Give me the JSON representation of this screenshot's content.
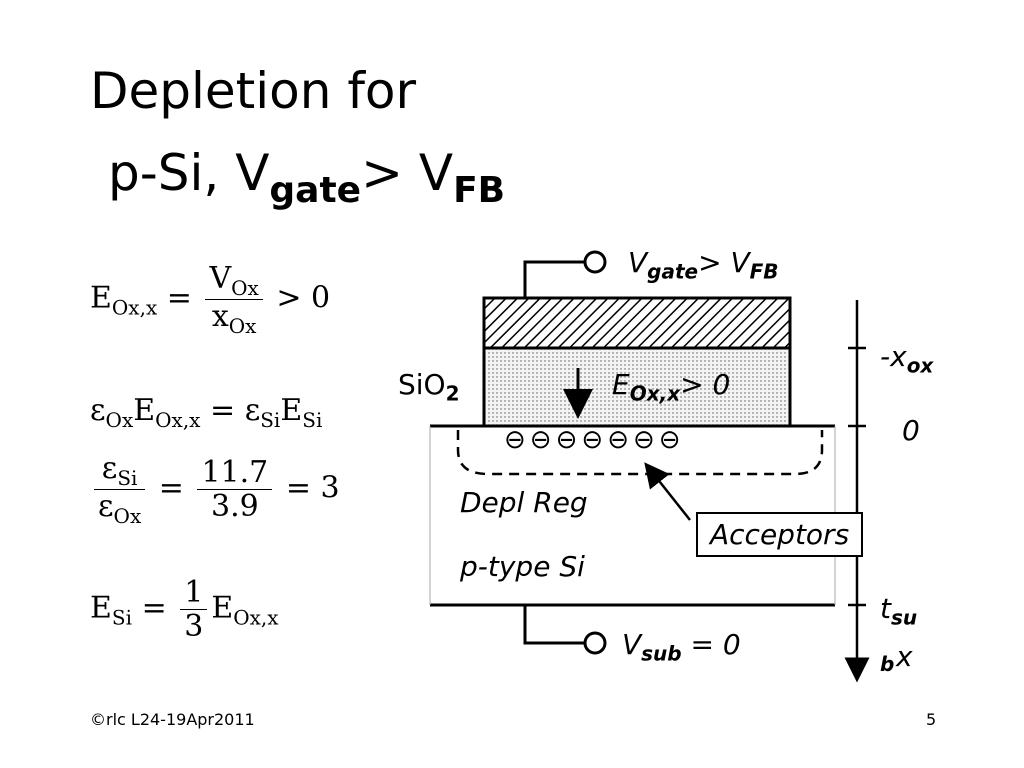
{
  "title": {
    "line1": "Depletion for",
    "line2_main": "p-Si, V",
    "line2_sub": "gate",
    "line2_gt": "> V",
    "line2_sub2": "FB"
  },
  "equations": {
    "eq1_lhs": "E",
    "eq1_lhs_sub": "Ox,x",
    "eq1_eq": "=",
    "eq1_num": "V",
    "eq1_num_sub": "Ox",
    "eq1_den": "x",
    "eq1_den_sub": "Ox",
    "eq1_rhs": "> 0",
    "eq2_a": "ε",
    "eq2_a_sub": "Ox",
    "eq2_b": "E",
    "eq2_b_sub": "Ox,x",
    "eq2_eq": "=",
    "eq2_c": "ε",
    "eq2_c_sub": "Si",
    "eq2_d": "E",
    "eq2_d_sub": "Si",
    "eq3_num": "ε",
    "eq3_num_sub": "Si",
    "eq3_den": "ε",
    "eq3_den_sub": "Ox",
    "eq3_eq1": "=",
    "eq3_num2": "11.7",
    "eq3_den2": "3.9",
    "eq3_eq2": "= 3",
    "eq4_lhs": "E",
    "eq4_lhs_sub": "Si",
    "eq4_eq": "=",
    "eq4_num": "1",
    "eq4_den": "3",
    "eq4_rhs": "E",
    "eq4_rhs_sub": "Ox,x"
  },
  "diagram": {
    "vgate_v": "V",
    "vgate_sub": "gate",
    "vgate_gt": "> V",
    "vgate_sub2": "FB",
    "sio2": "SiO",
    "sio2_sub": "2",
    "field_e": "E",
    "field_sub": "Ox,x",
    "field_gt": "> 0",
    "depl": "Depl Reg",
    "ptype": "p-type Si",
    "acceptors": "Acceptors",
    "vsub_v": "V",
    "vsub_sub": "sub",
    "vsub_eq": "= 0",
    "axis_neg": "-x",
    "axis_neg_sub": "ox",
    "axis_zero": "0",
    "axis_t": "t",
    "axis_t_sub": "su",
    "axis_b": "b",
    "axis_x": "x",
    "charge_symbols": [
      "⊖",
      "⊖",
      "⊖",
      "⊖",
      "⊖",
      "⊖",
      "⊖"
    ]
  },
  "footer": {
    "left": "©rlc L24-19Apr2011",
    "page": "5"
  }
}
